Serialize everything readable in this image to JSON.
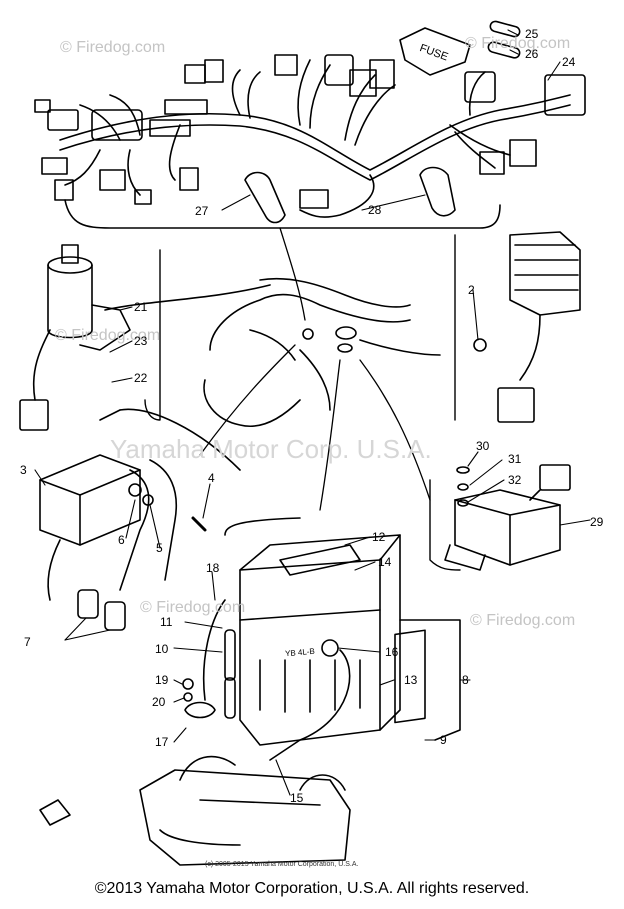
{
  "watermarks": {
    "firedog": "© Firedog.com",
    "firedog_short": "Firedog.com",
    "yamaha": "Yamaha Motor Corp. U.S.A."
  },
  "parts": {
    "p2": "2",
    "p3": "3",
    "p4": "4",
    "p5": "5",
    "p6": "6",
    "p7": "7",
    "p8": "8",
    "p9": "9",
    "p10": "10",
    "p11": "11",
    "p12": "12",
    "p13": "13",
    "p14": "14",
    "p15": "15",
    "p16": "16",
    "p17": "17",
    "p18": "18",
    "p19": "19",
    "p20": "20",
    "p21": "21",
    "p22": "22",
    "p23": "23",
    "p24": "24",
    "p25": "25",
    "p26": "26",
    "p27": "27",
    "p28": "28",
    "p29": "29",
    "p30": "30",
    "p31": "31",
    "p32": "32"
  },
  "labels": {
    "fuse": "FUSE",
    "battery": "YB 4L-B",
    "small_copyright": "(c) 2005-2015 Yamaha Motor Corporation, U.S.A."
  },
  "footer": {
    "copyright": "©2013 Yamaha Motor Corporation, U.S.A. All rights reserved."
  }
}
